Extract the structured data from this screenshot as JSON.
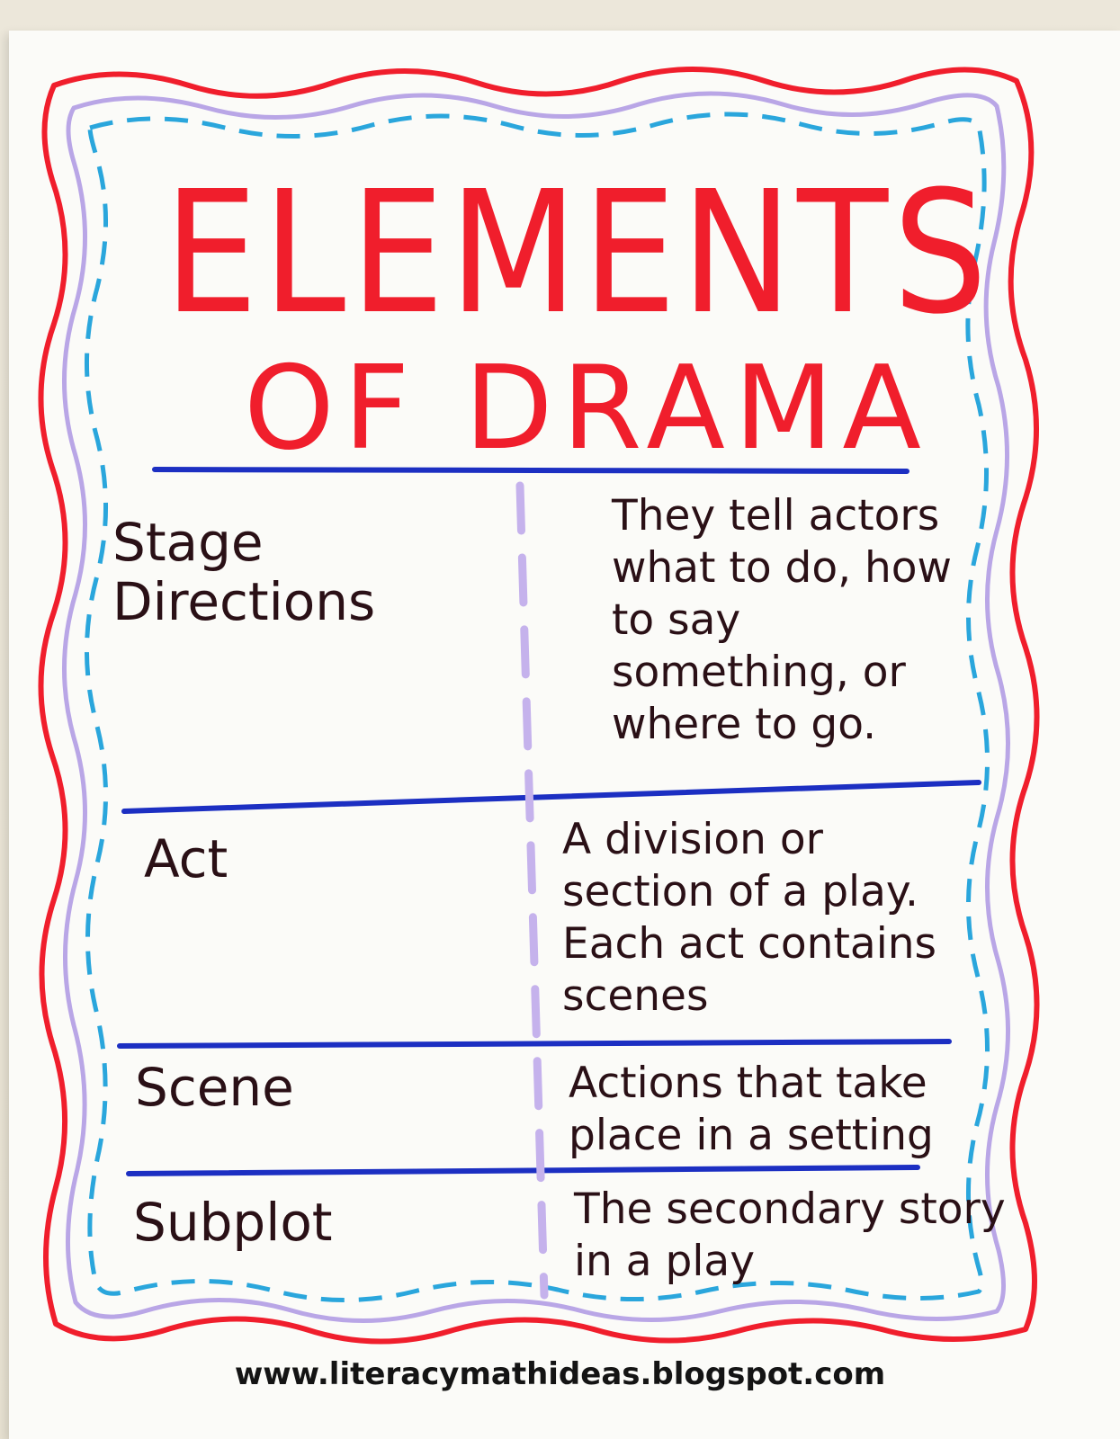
{
  "title": {
    "line1": "ELEMENTS",
    "line2": "OF DRAMA"
  },
  "rows": [
    {
      "term": "Stage Directions",
      "definition": "They tell actors what to do, how to say something, or where to go."
    },
    {
      "term": "Act",
      "definition": "A division or section of a play. Each act contains scenes"
    },
    {
      "term": "Scene",
      "definition": "Actions that take place in a setting"
    },
    {
      "term": "Subplot",
      "definition": "The secondary story in a play"
    }
  ],
  "footer": "www.literacymathideas.blogspot.com",
  "colors": {
    "title": "#f01e2c",
    "outer_border": "#f01e2c",
    "middle_border": "#b9a6e6",
    "inner_dashes": "#2aa6dc",
    "row_lines": "#1c2fc2",
    "divider": "#c5b2ec",
    "text": "#2a1016"
  }
}
